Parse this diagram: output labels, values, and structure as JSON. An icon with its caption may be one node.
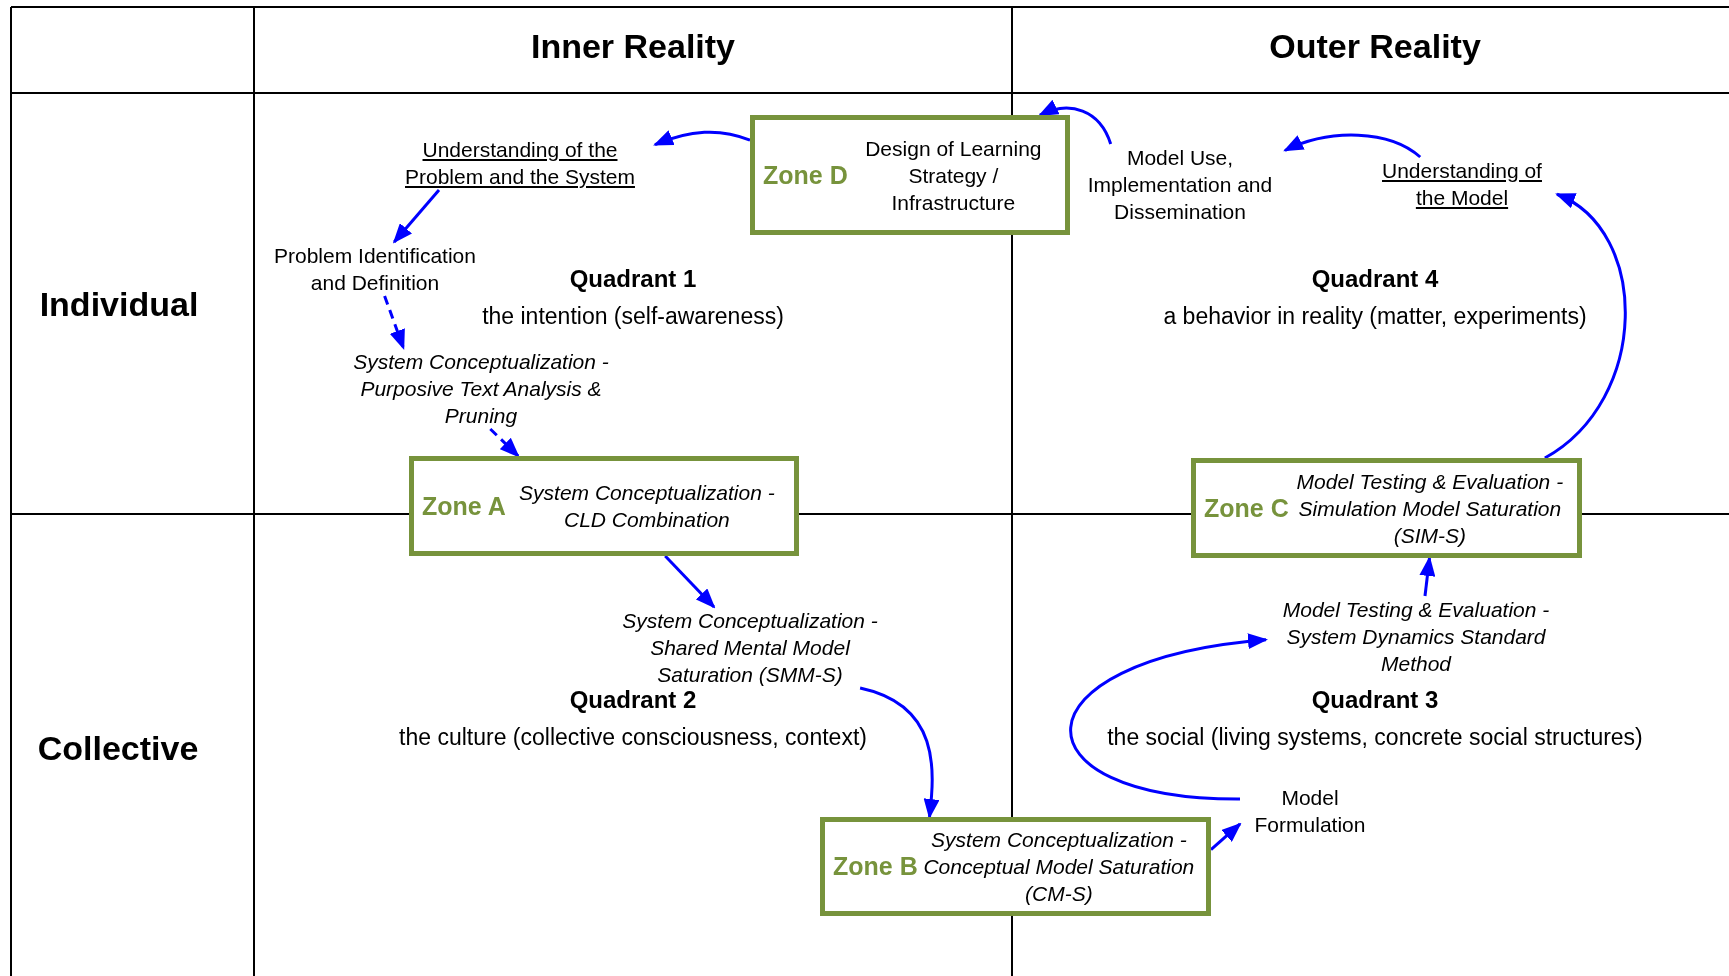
{
  "diagram": {
    "nodes": [
      {
        "text": [
          "Zone D",
          "Design of Learning Strategy / Infrastructure"
        ]
      },
      {
        "text": [
          "Understanding of the Problem and the System"
        ]
      },
      {
        "text": [
          "Problem Identification and Definition"
        ]
      },
      {
        "text": [
          "System Conceptualization - Purposive Text Analysis & Pruning"
        ]
      },
      {
        "text": [
          "Zone A",
          "System Conceptualization - CLD Combination"
        ]
      },
      {
        "text": [
          "System Conceptualization - Shared Mental Model Saturation (SMM-S)"
        ]
      },
      {
        "text": [
          "Zone B",
          "System Conceptualization - Conceptual Model Saturation (CM-S)"
        ]
      },
      {
        "text": [
          "Model Formulation"
        ]
      },
      {
        "text": [
          "Model Testing & Evaluation - System Dynamics Standard Method"
        ]
      },
      {
        "text": [
          "Zone C",
          "Model Testing & Evaluation - Simulation Model Saturation (SIM-S)"
        ]
      },
      {
        "text": [
          "Understanding of the Model"
        ]
      },
      {
        "text": [
          "Model Use, Implementation and Dissemination"
        ]
      }
    ],
    "edges": [
      {
        "from": 10,
        "to": 11,
        "arrow": "to"
      },
      {
        "from": 11,
        "to": 0,
        "arrow": "to"
      },
      {
        "from": 0,
        "to": 1,
        "arrow": "to"
      },
      {
        "from": 1,
        "to": 2,
        "arrow": "to"
      },
      {
        "from": 2,
        "to": 3,
        "arrow": "to",
        "style": "dashed"
      },
      {
        "from": 3,
        "to": 4,
        "arrow": "to",
        "style": "dashed"
      },
      {
        "from": 4,
        "to": 5,
        "arrow": "to"
      },
      {
        "from": 5,
        "to": 6,
        "arrow": "to"
      },
      {
        "from": 6,
        "to": 7,
        "arrow": "to"
      },
      {
        "from": 7,
        "to": 8,
        "arrow": "to"
      },
      {
        "from": 8,
        "to": 9,
        "arrow": "to"
      },
      {
        "from": 9,
        "to": 10,
        "arrow": "to"
      }
    ],
    "labels": [
      "Inner Reality",
      "Outer Reality",
      "Individual",
      "Quadrant 1",
      "the intention (self-awareness)",
      "Quadrant 4",
      "a behavior in reality (matter, experiments)",
      "Collective",
      "Quadrant 2",
      "the culture (collective consciousness, context)",
      "Quadrant 3",
      "the social (living systems, concrete social structures)"
    ]
  }
}
